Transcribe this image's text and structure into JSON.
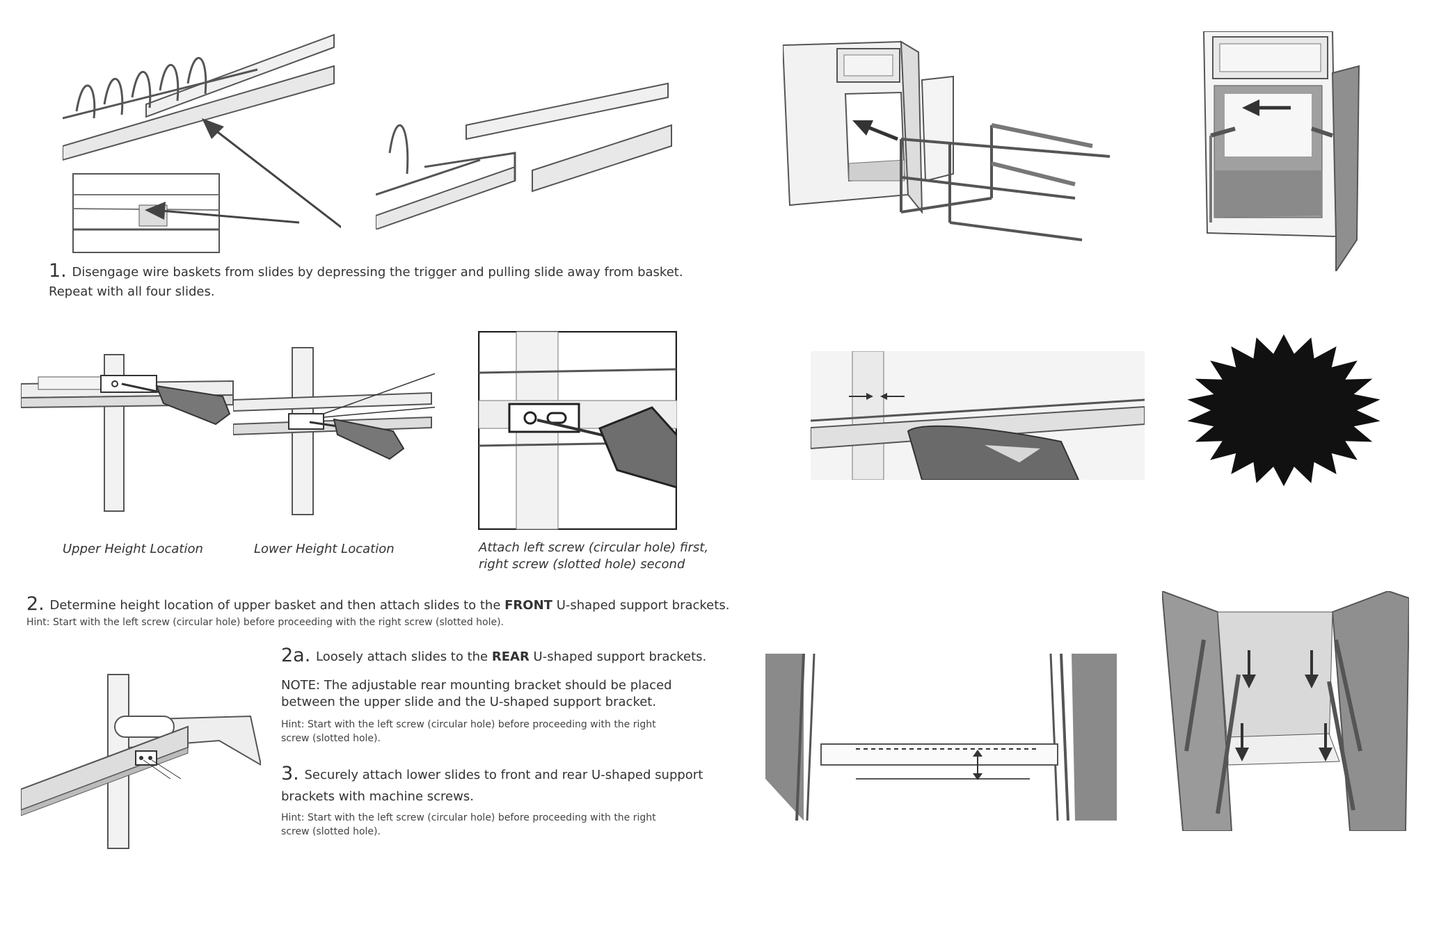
{
  "step1": {
    "number": "1.",
    "text": "Disengage wire baskets from slides by depressing the trigger and pulling slide away from basket.",
    "text2": "Repeat with all four slides."
  },
  "captions": {
    "upper": "Upper Height Location",
    "lower": "Lower Height Location",
    "attach_line1": "Attach left screw (circular hole) first,",
    "attach_line2": "right screw (slotted hole) second"
  },
  "step2": {
    "number": "2.",
    "text_before": "Determine height location of upper basket and then attach slides to the",
    "emphasis": "FRONT",
    "text_after": "U-shaped support brackets.",
    "hint": "Hint: Start with the left screw (circular hole) before proceeding with the right screw (slotted hole)."
  },
  "step2a": {
    "number": "2a.",
    "text_before": "Loosely attach slides to the",
    "emphasis": "REAR",
    "text_after": "U-shaped support brackets.",
    "note_line1": "NOTE: The adjustable rear mounting bracket should be placed",
    "note_line2": "between the upper slide and the U-shaped support bracket.",
    "hint_line1": "Hint: Start with the left screw (circular hole) before proceeding with the right",
    "hint_line2": "screw (slotted hole)."
  },
  "step3": {
    "number": "3.",
    "text_line1": "Securely attach lower slides to front and rear U-shaped support",
    "text_line2": "brackets with machine screws.",
    "hint_line1": "Hint: Start with the left screw (circular hole) before proceeding with the right",
    "hint_line2": "screw (slotted hole)."
  },
  "colors": {
    "ink": "#333333",
    "line": "#555555",
    "fill_light": "#e6e6e6",
    "fill_dark": "#8a8a8a",
    "burst": "#111111"
  }
}
